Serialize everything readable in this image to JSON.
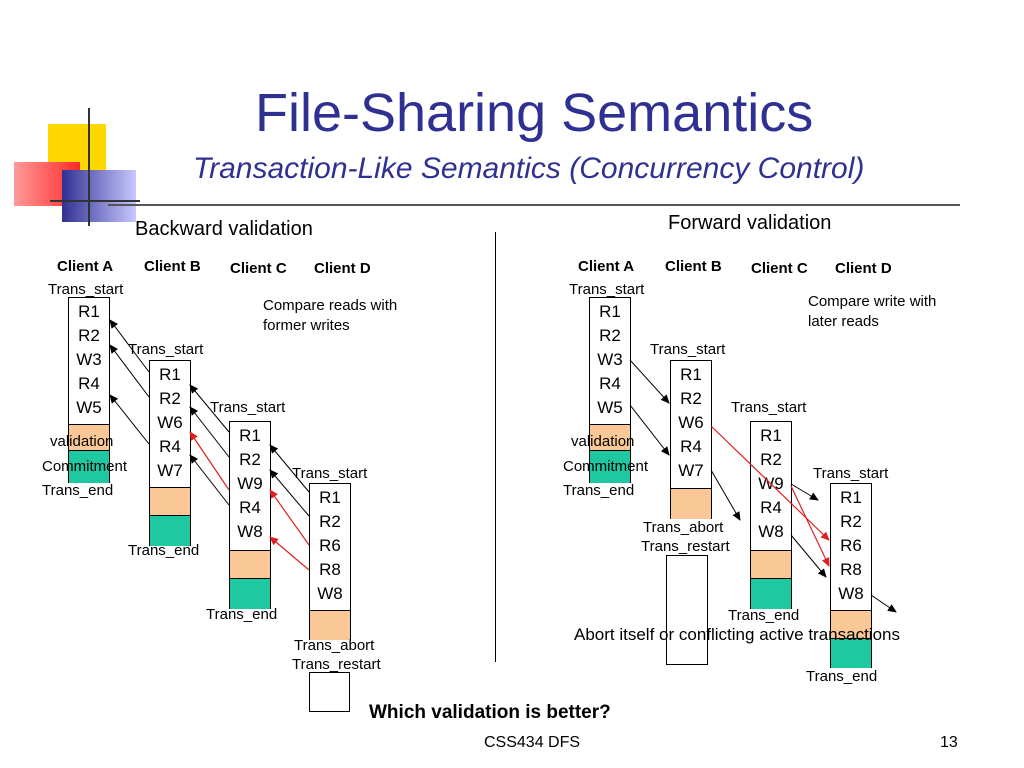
{
  "slide": {
    "title": "File-Sharing Semantics",
    "subtitle": "Transaction-Like Semantics (Concurrency Control)",
    "question": "Which validation is better?",
    "footer": "CSS434 DFS",
    "page_number": "13"
  },
  "colors": {
    "title": "#2f3192",
    "peach": "#fac896",
    "teal": "#1ec8a0",
    "red_arrow": "#e02020"
  },
  "backward": {
    "heading": "Backward validation",
    "note": "Compare reads with former writes",
    "clients": [
      "Client A",
      "Client B",
      "Client C",
      "Client D"
    ],
    "a": {
      "ops": [
        "R1",
        "R2",
        "W3",
        "R4",
        "W5"
      ],
      "start": "Trans_start",
      "validation": "validation",
      "commit": "Commitment",
      "end": "Trans_end"
    },
    "b": {
      "ops": [
        "R1",
        "R2",
        "W6",
        "R4",
        "W7"
      ],
      "start": "Trans_start",
      "end": "Trans_end"
    },
    "c": {
      "ops": [
        "R1",
        "R2",
        "W9",
        "R4",
        "W8"
      ],
      "start": "Trans_start",
      "end": "Trans_end"
    },
    "d": {
      "ops": [
        "R1",
        "R2",
        "R6",
        "R8",
        "W8"
      ],
      "start": "Trans_start",
      "abort": "Trans_abort",
      "restart": "Trans_restart"
    }
  },
  "forward": {
    "heading": "Forward validation",
    "note": "Compare write with later reads",
    "conclusion": "Abort itself or conflicting active transactions",
    "clients": [
      "Client A",
      "Client B",
      "Client C",
      "Client D"
    ],
    "a": {
      "ops": [
        "R1",
        "R2",
        "W3",
        "R4",
        "W5"
      ],
      "start": "Trans_start",
      "validation": "validation",
      "commit": "Commitment",
      "end": "Trans_end"
    },
    "b": {
      "ops": [
        "R1",
        "R2",
        "W6",
        "R4",
        "W7"
      ],
      "start": "Trans_start",
      "abort": "Trans_abort",
      "restart": "Trans_restart"
    },
    "c": {
      "ops": [
        "R1",
        "R2",
        "W9",
        "R4",
        "W8"
      ],
      "start": "Trans_start",
      "end": "Trans_end"
    },
    "d": {
      "ops": [
        "R1",
        "R2",
        "R6",
        "R8",
        "W8"
      ],
      "start": "Trans_start",
      "end": "Trans_end"
    }
  }
}
